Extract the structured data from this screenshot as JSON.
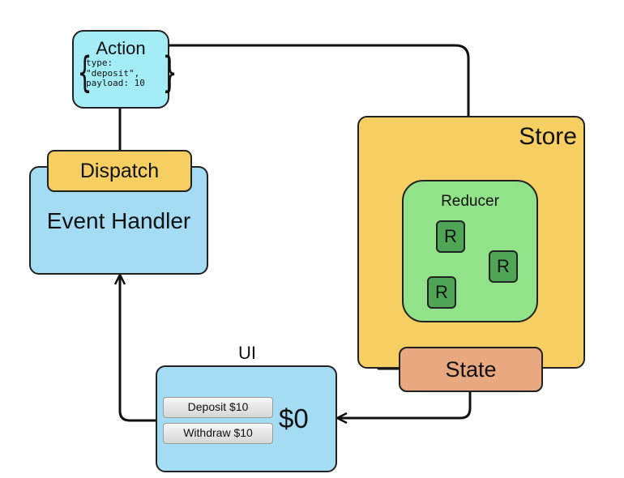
{
  "store": {
    "title": "Store"
  },
  "reducer": {
    "title": "Reducer",
    "items": [
      "R",
      "R",
      "R"
    ]
  },
  "state": {
    "label": "State"
  },
  "action": {
    "title": "Action",
    "code": [
      "type:",
      "\"deposit\",",
      "payload: 10"
    ]
  },
  "dispatch": {
    "label": "Dispatch"
  },
  "event_handler": {
    "label": "Event Handler"
  },
  "ui": {
    "title": "UI",
    "deposit_button": "Deposit $10",
    "withdraw_button": "Withdraw $10",
    "balance": "$0"
  },
  "colors": {
    "store": "#f6cf62",
    "reducer": "#92e28a",
    "reducer_item": "#4fa456",
    "state": "#e8a980",
    "action": "#a4ecf6",
    "event_handler": "#a4dcf4",
    "dispatch": "#f6cf62",
    "ui": "#a4dcf4"
  }
}
